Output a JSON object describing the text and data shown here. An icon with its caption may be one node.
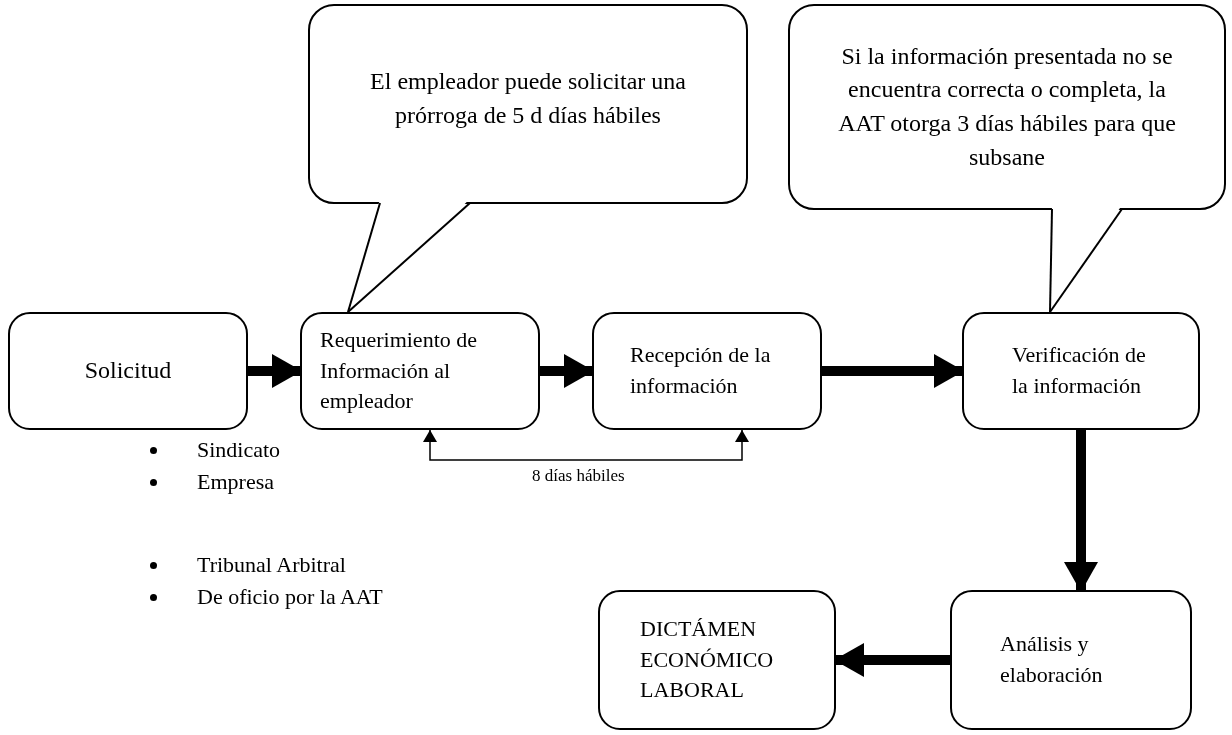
{
  "diagram": {
    "nodes": [
      {
        "text": [
          "Solicitud"
        ]
      },
      {
        "text": [
          "Requerimiento de Información al empleador"
        ]
      },
      {
        "text": [
          "Recepción de la información"
        ]
      },
      {
        "text": [
          "Verificación de la información"
        ]
      },
      {
        "text": [
          "El empleador puede solicitar una prórroga de 5 d días hábiles"
        ]
      },
      {
        "text": [
          "Si la información presentada no se encuentra correcta o completa, la AAT otorga 3 días hábiles para que subsane"
        ]
      },
      {
        "text": [
          "Análisis y elaboración"
        ]
      },
      {
        "text": [
          "DICTÁMEN ECONÓMICO LABORAL"
        ]
      }
    ],
    "edges": [
      {
        "from": 0,
        "to": 1,
        "arrow": "to"
      },
      {
        "from": 1,
        "to": 2,
        "arrow": "to"
      },
      {
        "from": 2,
        "to": 3,
        "arrow": "to"
      },
      {
        "from": 3,
        "to": 6,
        "arrow": "to"
      },
      {
        "from": 6,
        "to": 7,
        "arrow": "to"
      },
      {
        "from": 1,
        "to": 2,
        "arrow": "both",
        "label": "8 días hábiles"
      },
      {
        "from": 4,
        "to": 1,
        "arrow": "none"
      },
      {
        "from": 5,
        "to": 3,
        "arrow": "none"
      }
    ],
    "labels": [
      "Sindicato",
      "Empresa",
      "Tribunal Arbitral",
      "De oficio por la AAT"
    ]
  }
}
